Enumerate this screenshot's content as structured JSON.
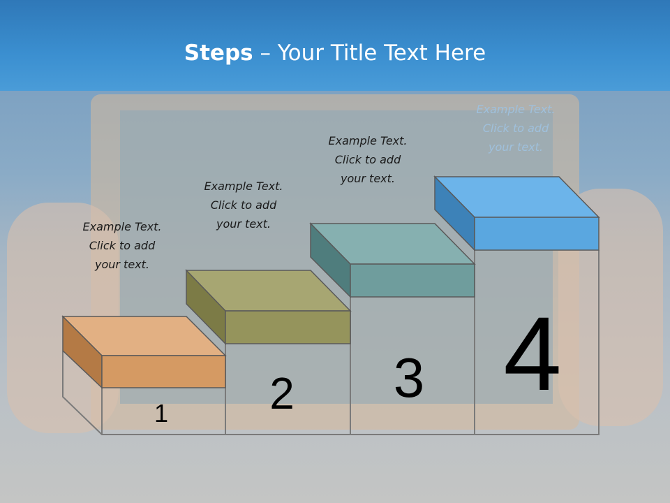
{
  "title": {
    "bold": "Steps",
    "rest": " – Your Title Text Here"
  },
  "steps": [
    {
      "number": "1",
      "line1": "Example Text.",
      "line2": "Click  to add",
      "line3": "your text.",
      "color": "#d59a63"
    },
    {
      "number": "2",
      "line1": "Example Text.",
      "line2": "Click  to add",
      "line3": "your text.",
      "color": "#95945c"
    },
    {
      "number": "3",
      "line1": "Example Text.",
      "line2": "Click  to add",
      "line3": "your text.",
      "color": "#6f9d9d"
    },
    {
      "number": "4",
      "line1": "Example Text.",
      "line2": "Click  to add",
      "line3": "your text.",
      "color": "#5aa7e0"
    }
  ]
}
